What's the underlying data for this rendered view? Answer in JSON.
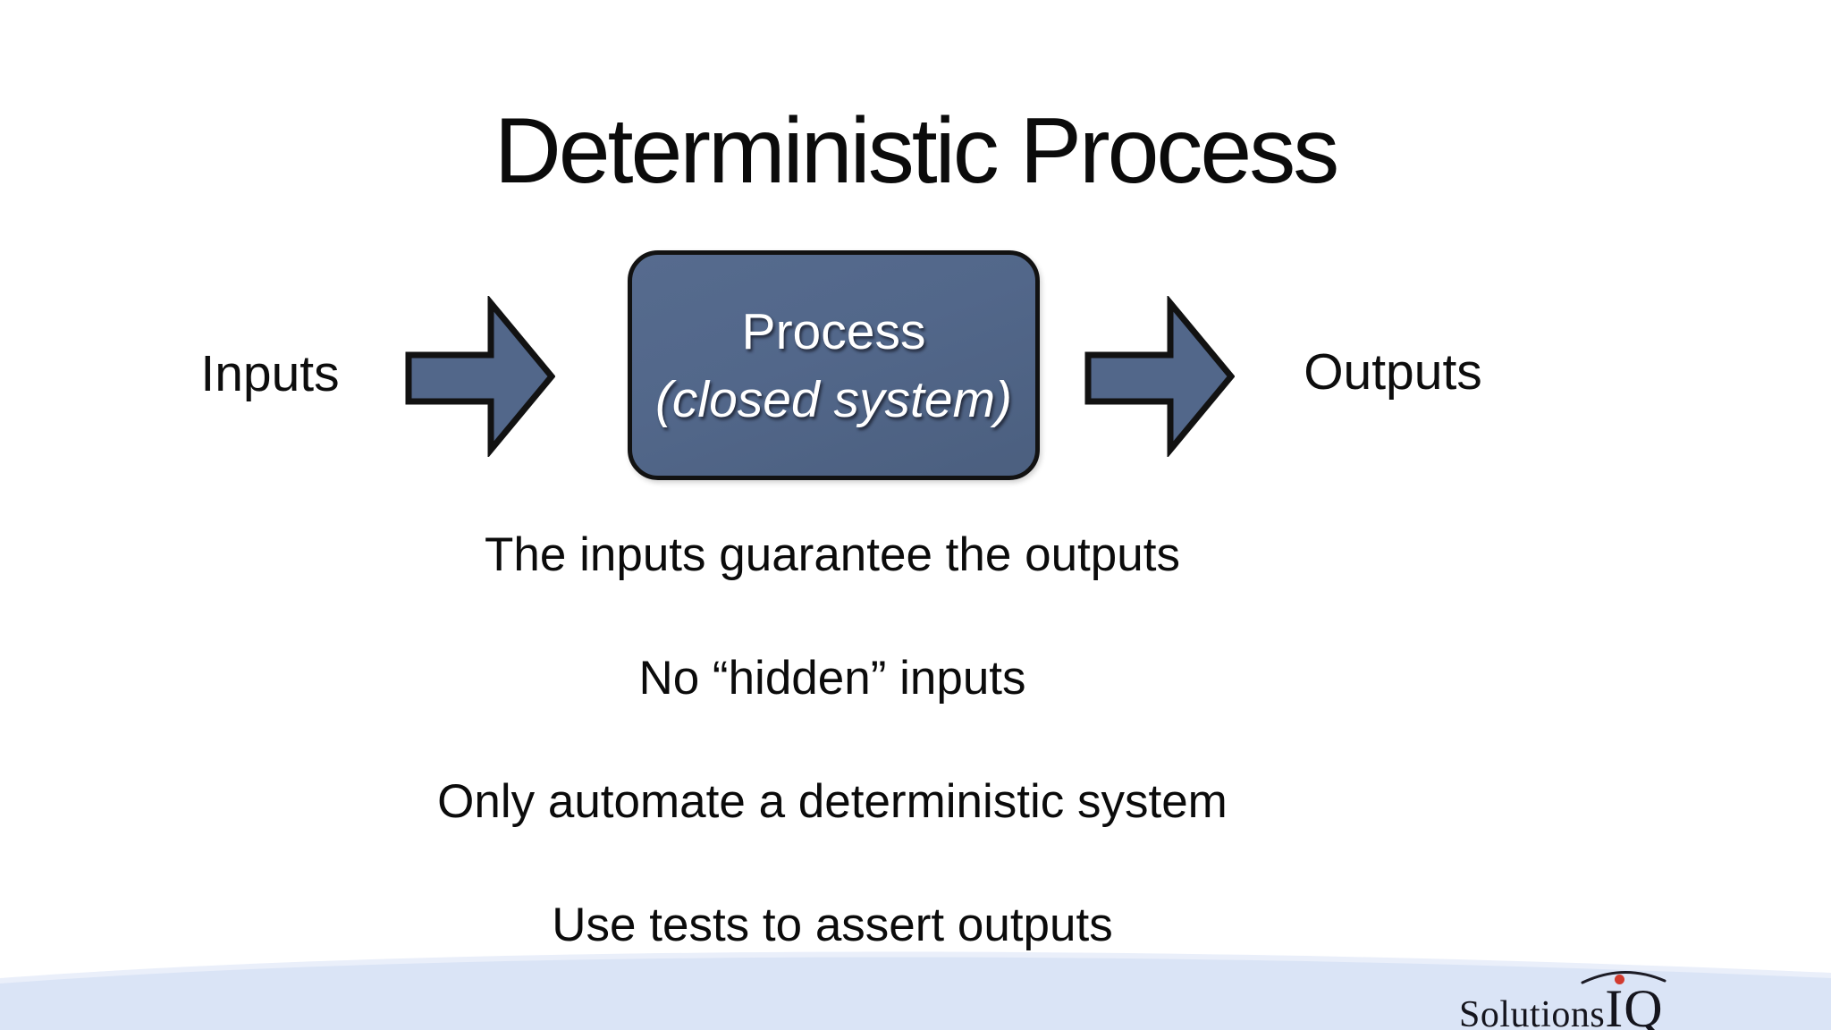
{
  "slide": {
    "title": "Deterministic Process",
    "diagram": {
      "input_label": "Inputs",
      "output_label": "Outputs",
      "process_line1": "Process",
      "process_line2": "(closed system)"
    },
    "points": [
      "The inputs guarantee the outputs",
      "No “hidden” inputs",
      "Only automate a deterministic system",
      "Use tests to assert outputs"
    ],
    "logo": {
      "text": "SolutionsIQ",
      "text_main": "Solutions",
      "text_suffix": "IQ"
    },
    "colors": {
      "shape_fill": "#52678A",
      "shape_border": "#121212",
      "box_text": "#FFFFFF",
      "body_text": "#0B0B0B",
      "wave_fill": "#DAE4F6",
      "wave_edge": "#EAEFFA",
      "logo_dot": "#D23B2F"
    }
  }
}
